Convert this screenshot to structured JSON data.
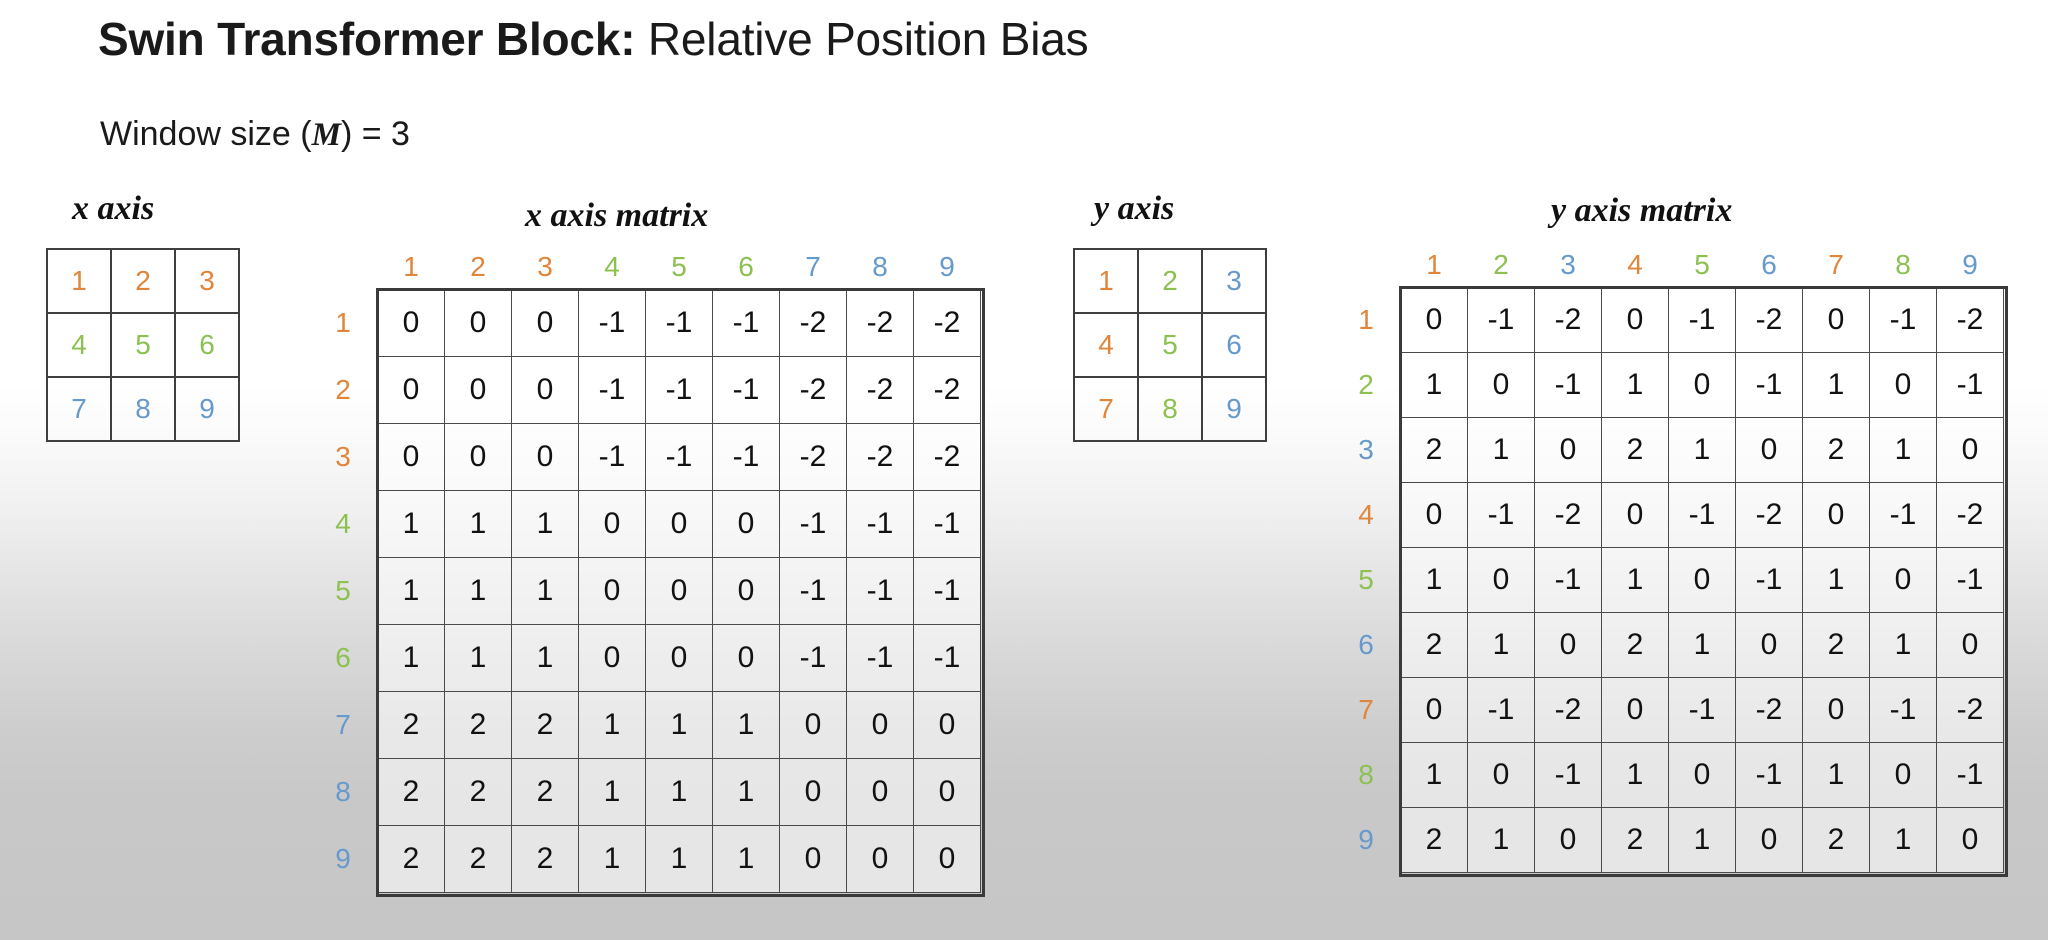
{
  "header": {
    "title_strong": "Swin Transformer Block:",
    "title_light": " Relative Position Bias",
    "subtitle_prefix": "Window size (",
    "subtitle_var": "M",
    "subtitle_suffix": ") = 3"
  },
  "colors": {
    "orange": "#E0853C",
    "green": "#8CC152",
    "blue": "#6699CC",
    "cell_border": "#4a4a4a",
    "outline": "#3a3a3a",
    "text": "#111111"
  },
  "x_axis_grid": {
    "caption": "x axis",
    "rows": [
      [
        {
          "v": "1",
          "color": "orange"
        },
        {
          "v": "2",
          "color": "orange"
        },
        {
          "v": "3",
          "color": "orange"
        }
      ],
      [
        {
          "v": "4",
          "color": "green"
        },
        {
          "v": "5",
          "color": "green"
        },
        {
          "v": "6",
          "color": "green"
        }
      ],
      [
        {
          "v": "7",
          "color": "blue"
        },
        {
          "v": "8",
          "color": "blue"
        },
        {
          "v": "9",
          "color": "blue"
        }
      ]
    ]
  },
  "y_axis_grid": {
    "caption": "y axis",
    "rows": [
      [
        {
          "v": "1",
          "color": "orange"
        },
        {
          "v": "2",
          "color": "green"
        },
        {
          "v": "3",
          "color": "blue"
        }
      ],
      [
        {
          "v": "4",
          "color": "orange"
        },
        {
          "v": "5",
          "color": "green"
        },
        {
          "v": "6",
          "color": "blue"
        }
      ],
      [
        {
          "v": "7",
          "color": "orange"
        },
        {
          "v": "8",
          "color": "green"
        },
        {
          "v": "9",
          "color": "blue"
        }
      ]
    ]
  },
  "x_matrix": {
    "caption": "x axis matrix",
    "col_headers": [
      {
        "v": "1",
        "color": "orange"
      },
      {
        "v": "2",
        "color": "orange"
      },
      {
        "v": "3",
        "color": "orange"
      },
      {
        "v": "4",
        "color": "green"
      },
      {
        "v": "5",
        "color": "green"
      },
      {
        "v": "6",
        "color": "green"
      },
      {
        "v": "7",
        "color": "blue"
      },
      {
        "v": "8",
        "color": "blue"
      },
      {
        "v": "9",
        "color": "blue"
      }
    ],
    "row_headers": [
      {
        "v": "1",
        "color": "orange"
      },
      {
        "v": "2",
        "color": "orange"
      },
      {
        "v": "3",
        "color": "orange"
      },
      {
        "v": "4",
        "color": "green"
      },
      {
        "v": "5",
        "color": "green"
      },
      {
        "v": "6",
        "color": "green"
      },
      {
        "v": "7",
        "color": "blue"
      },
      {
        "v": "8",
        "color": "blue"
      },
      {
        "v": "9",
        "color": "blue"
      }
    ],
    "values": [
      [
        "0",
        "0",
        "0",
        "-1",
        "-1",
        "-1",
        "-2",
        "-2",
        "-2"
      ],
      [
        "0",
        "0",
        "0",
        "-1",
        "-1",
        "-1",
        "-2",
        "-2",
        "-2"
      ],
      [
        "0",
        "0",
        "0",
        "-1",
        "-1",
        "-1",
        "-2",
        "-2",
        "-2"
      ],
      [
        "1",
        "1",
        "1",
        "0",
        "0",
        "0",
        "-1",
        "-1",
        "-1"
      ],
      [
        "1",
        "1",
        "1",
        "0",
        "0",
        "0",
        "-1",
        "-1",
        "-1"
      ],
      [
        "1",
        "1",
        "1",
        "0",
        "0",
        "0",
        "-1",
        "-1",
        "-1"
      ],
      [
        "2",
        "2",
        "2",
        "1",
        "1",
        "1",
        "0",
        "0",
        "0"
      ],
      [
        "2",
        "2",
        "2",
        "1",
        "1",
        "1",
        "0",
        "0",
        "0"
      ],
      [
        "2",
        "2",
        "2",
        "1",
        "1",
        "1",
        "0",
        "0",
        "0"
      ]
    ]
  },
  "y_matrix": {
    "caption": "y axis matrix",
    "col_headers": [
      {
        "v": "1",
        "color": "orange"
      },
      {
        "v": "2",
        "color": "green"
      },
      {
        "v": "3",
        "color": "blue"
      },
      {
        "v": "4",
        "color": "orange"
      },
      {
        "v": "5",
        "color": "green"
      },
      {
        "v": "6",
        "color": "blue"
      },
      {
        "v": "7",
        "color": "orange"
      },
      {
        "v": "8",
        "color": "green"
      },
      {
        "v": "9",
        "color": "blue"
      }
    ],
    "row_headers": [
      {
        "v": "1",
        "color": "orange"
      },
      {
        "v": "2",
        "color": "green"
      },
      {
        "v": "3",
        "color": "blue"
      },
      {
        "v": "4",
        "color": "orange"
      },
      {
        "v": "5",
        "color": "green"
      },
      {
        "v": "6",
        "color": "blue"
      },
      {
        "v": "7",
        "color": "orange"
      },
      {
        "v": "8",
        "color": "green"
      },
      {
        "v": "9",
        "color": "blue"
      }
    ],
    "values": [
      [
        "0",
        "-1",
        "-2",
        "0",
        "-1",
        "-2",
        "0",
        "-1",
        "-2"
      ],
      [
        "1",
        "0",
        "-1",
        "1",
        "0",
        "-1",
        "1",
        "0",
        "-1"
      ],
      [
        "2",
        "1",
        "0",
        "2",
        "1",
        "0",
        "2",
        "1",
        "0"
      ],
      [
        "0",
        "-1",
        "-2",
        "0",
        "-1",
        "-2",
        "0",
        "-1",
        "-2"
      ],
      [
        "1",
        "0",
        "-1",
        "1",
        "0",
        "-1",
        "1",
        "0",
        "-1"
      ],
      [
        "2",
        "1",
        "0",
        "2",
        "1",
        "0",
        "2",
        "1",
        "0"
      ],
      [
        "0",
        "-1",
        "-2",
        "0",
        "-1",
        "-2",
        "0",
        "-1",
        "-2"
      ],
      [
        "1",
        "0",
        "-1",
        "1",
        "0",
        "-1",
        "1",
        "0",
        "-1"
      ],
      [
        "2",
        "1",
        "0",
        "2",
        "1",
        "0",
        "2",
        "1",
        "0"
      ]
    ]
  }
}
